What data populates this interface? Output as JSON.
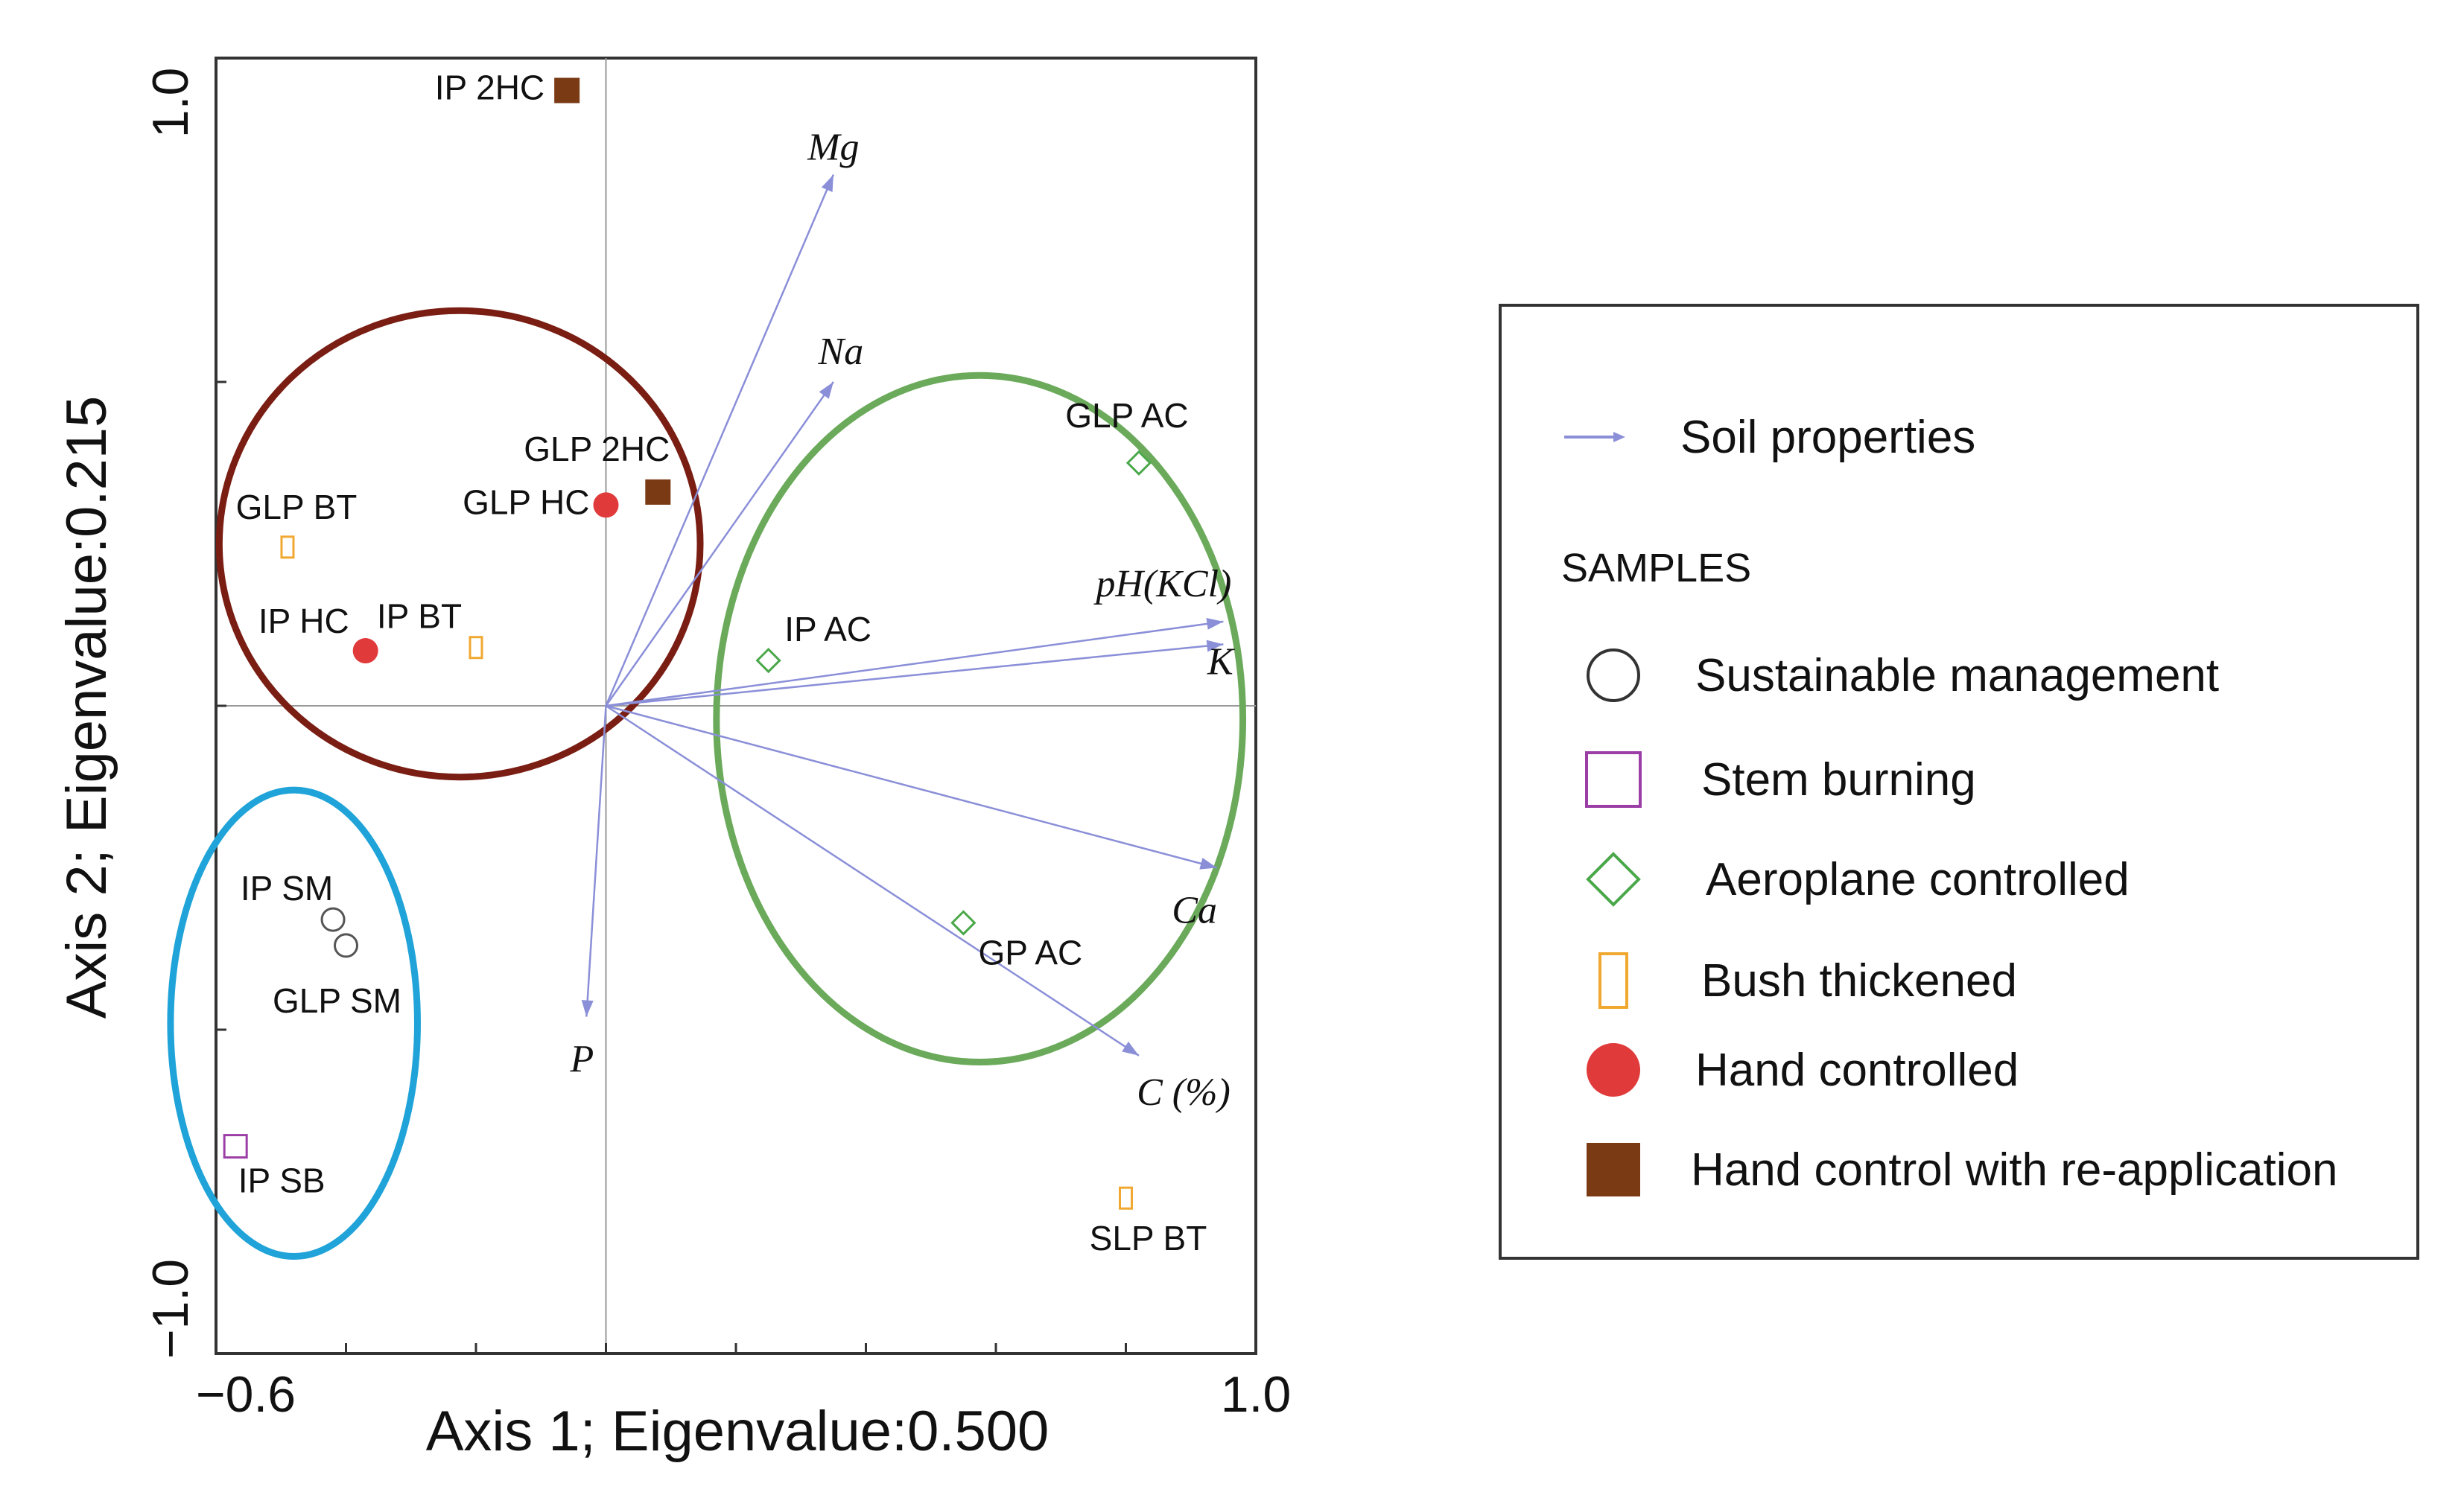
{
  "chart_data": {
    "type": "scatter",
    "subtype": "ordination biplot",
    "xlabel": "Axis 1; Eigenvalue:0.500",
    "ylabel": "Axis 2; Eigenvalue:0.215",
    "xlim": [
      -0.6,
      1.0
    ],
    "ylim": [
      -1.0,
      1.0
    ],
    "x_tick_labels": [
      {
        "value": -0.6,
        "label": "−0.6"
      },
      {
        "value": 1.0,
        "label": "1.0"
      }
    ],
    "y_tick_labels": [
      {
        "value": 1.0,
        "label": "1.0"
      },
      {
        "value": -1.0,
        "label": "−1.0"
      }
    ],
    "zero_lines": true,
    "legend_position": "right",
    "colors": {
      "vector": "#8a8fd8",
      "sustainable": "#555555",
      "stem_burning": "#9b3fa6",
      "aeroplane": "#4aa84a",
      "bush": "#f0a830",
      "hand": "#e03a3a",
      "hand_reapp": "#7a3a14",
      "ellipse_red": "#7a1e14",
      "ellipse_green": "#6aaa5a",
      "ellipse_blue": "#1fa3d8"
    },
    "samples": [
      {
        "label": "IP 2HC",
        "group": "hand_reapp",
        "x": -0.06,
        "y": 0.95
      },
      {
        "label": "GLP 2HC",
        "group": "hand_reapp",
        "x": 0.08,
        "y": 0.33
      },
      {
        "label": "GLP HC",
        "group": "hand",
        "x": 0.0,
        "y": 0.31
      },
      {
        "label": "IP HC",
        "group": "hand",
        "x": -0.37,
        "y": 0.085
      },
      {
        "label": "GLP BT",
        "group": "bush",
        "x": -0.49,
        "y": 0.245
      },
      {
        "label": "IP BT",
        "group": "bush",
        "x": -0.2,
        "y": 0.09
      },
      {
        "label": "SLP BT",
        "group": "bush",
        "x": 0.8,
        "y": -0.76
      },
      {
        "label": "GLP AC",
        "group": "aeroplane",
        "x": 0.82,
        "y": 0.375
      },
      {
        "label": "IP AC",
        "group": "aeroplane",
        "x": 0.25,
        "y": 0.07
      },
      {
        "label": "GP AC",
        "group": "aeroplane",
        "x": 0.55,
        "y": -0.335
      },
      {
        "label": "IP SM",
        "group": "sustainable",
        "x": -0.42,
        "y": -0.33
      },
      {
        "label": "GLP SM",
        "group": "sustainable",
        "x": -0.4,
        "y": -0.37
      },
      {
        "label": "IP SB",
        "group": "stem_burning",
        "x": -0.57,
        "y": -0.68
      }
    ],
    "vectors": [
      {
        "label": "Mg",
        "x": 0.35,
        "y": 0.82
      },
      {
        "label": "Na",
        "x": 0.35,
        "y": 0.5
      },
      {
        "label": "pH(KCl)",
        "x": 0.95,
        "y": 0.13
      },
      {
        "label": "K",
        "x": 0.95,
        "y": 0.095
      },
      {
        "label": "Ca",
        "x": 0.94,
        "y": -0.25
      },
      {
        "label": "C (%)",
        "x": 0.82,
        "y": -0.54
      },
      {
        "label": "P",
        "x": -0.03,
        "y": -0.48
      }
    ],
    "ellipses": [
      {
        "color_key": "ellipse_red",
        "cx": -0.225,
        "cy": 0.25,
        "rx": 0.37,
        "ry": 0.36
      },
      {
        "color_key": "ellipse_green",
        "cx": 0.575,
        "cy": -0.02,
        "rx": 0.405,
        "ry": 0.53
      },
      {
        "color_key": "ellipse_blue",
        "cx": -0.48,
        "cy": -0.49,
        "rx": 0.19,
        "ry": 0.36
      }
    ]
  },
  "legend": {
    "soil_properties": "Soil properties",
    "samples_heading": "SAMPLES",
    "items": [
      {
        "label": "Sustainable management",
        "symbol": "open-circle",
        "color_key": "sustainable"
      },
      {
        "label": "Stem burning",
        "symbol": "open-square",
        "color_key": "stem_burning"
      },
      {
        "label": "Aeroplane controlled",
        "symbol": "open-diamond",
        "color_key": "aeroplane"
      },
      {
        "label": "Bush thickened",
        "symbol": "open-rectangle",
        "color_key": "bush"
      },
      {
        "label": "Hand controlled",
        "symbol": "filled-circle",
        "color_key": "hand"
      },
      {
        "label": "Hand control with re-application",
        "symbol": "filled-square",
        "color_key": "hand_reapp"
      }
    ]
  }
}
